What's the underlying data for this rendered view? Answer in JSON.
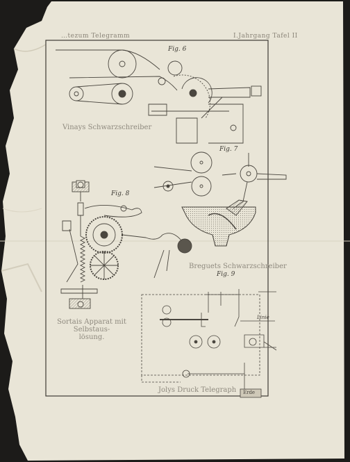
{
  "header": {
    "left": "…tezum Telegramm",
    "right": "I.Jahrgang Tafel II"
  },
  "figures": {
    "fig6": "Fig. 6",
    "fig7": "Fig. 7",
    "fig8": "Fig. 8",
    "fig9": "Fig. 9"
  },
  "captions": {
    "vinay": "Vinays Schwarzschreiber",
    "breguet": "Breguets Schwarzschreiber",
    "sortais_line1": "Sortais Apparat mit Selbstaus-",
    "sortais_line2": "lösung.",
    "jolys": "Jolys Druck Telegraph",
    "erde": "Erde",
    "linie": "Linie"
  },
  "colors": {
    "paper": "#e9e5d7",
    "ink": "#4a463f",
    "background": "#1c1b19"
  }
}
